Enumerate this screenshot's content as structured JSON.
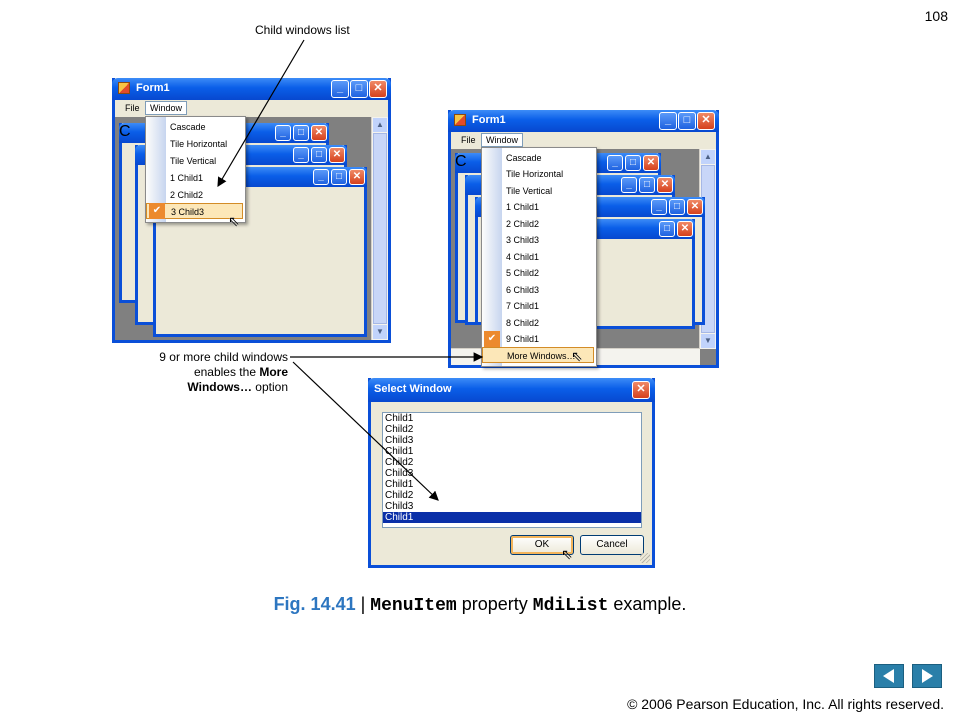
{
  "slide_number": "108",
  "callouts": {
    "child_list": "Child windows list",
    "more_line1": "9 or more child windows",
    "more_line2_pre": "enables the ",
    "more_line2_bold": "More",
    "more_line3_bold": "Windows…",
    "more_line3_post": " option"
  },
  "left_window": {
    "title": "Form1",
    "menu_file": "File",
    "menu_window": "Window",
    "child_stub": "C",
    "items": [
      "Cascade",
      "Tile Horizontal",
      "Tile Vertical",
      "1 Child1",
      "2 Child2",
      "3 Child3"
    ],
    "checked_item": "3 Child3"
  },
  "right_window": {
    "title": "Form1",
    "menu_file": "File",
    "menu_window": "Window",
    "child_stub": "C",
    "items": [
      "Cascade",
      "Tile Horizontal",
      "Tile Vertical",
      "1 Child1",
      "2 Child2",
      "3 Child3",
      "4 Child1",
      "5 Child2",
      "6 Child3",
      "7 Child1",
      "8 Child2",
      "9 Child1"
    ],
    "checked_item": "9 Child1",
    "more_item": "More Windows…"
  },
  "dialog": {
    "title": "Select Window",
    "list": [
      "Child1",
      "Child2",
      "Child3",
      "Child1",
      "Child2",
      "Child3",
      "Child1",
      "Child2",
      "Child3",
      "Child1"
    ],
    "selected": "Child1",
    "ok": "OK",
    "cancel": "Cancel"
  },
  "caption": {
    "fig": "Fig. 14.41",
    "sep": " | ",
    "mono1": "MenuItem",
    "mid": " property ",
    "mono2": "MdiList",
    "end": " example."
  },
  "nav": {
    "prev": "previous-slide",
    "next": "next-slide"
  },
  "copyright": "© 2006 Pearson Education, Inc.  All rights reserved.",
  "colors": {
    "caption_blue": "#2d76c0",
    "xp_title": "#0a5ee8",
    "menu_highlight": "#fce7b8",
    "nav_button": "#2a7fa9"
  }
}
